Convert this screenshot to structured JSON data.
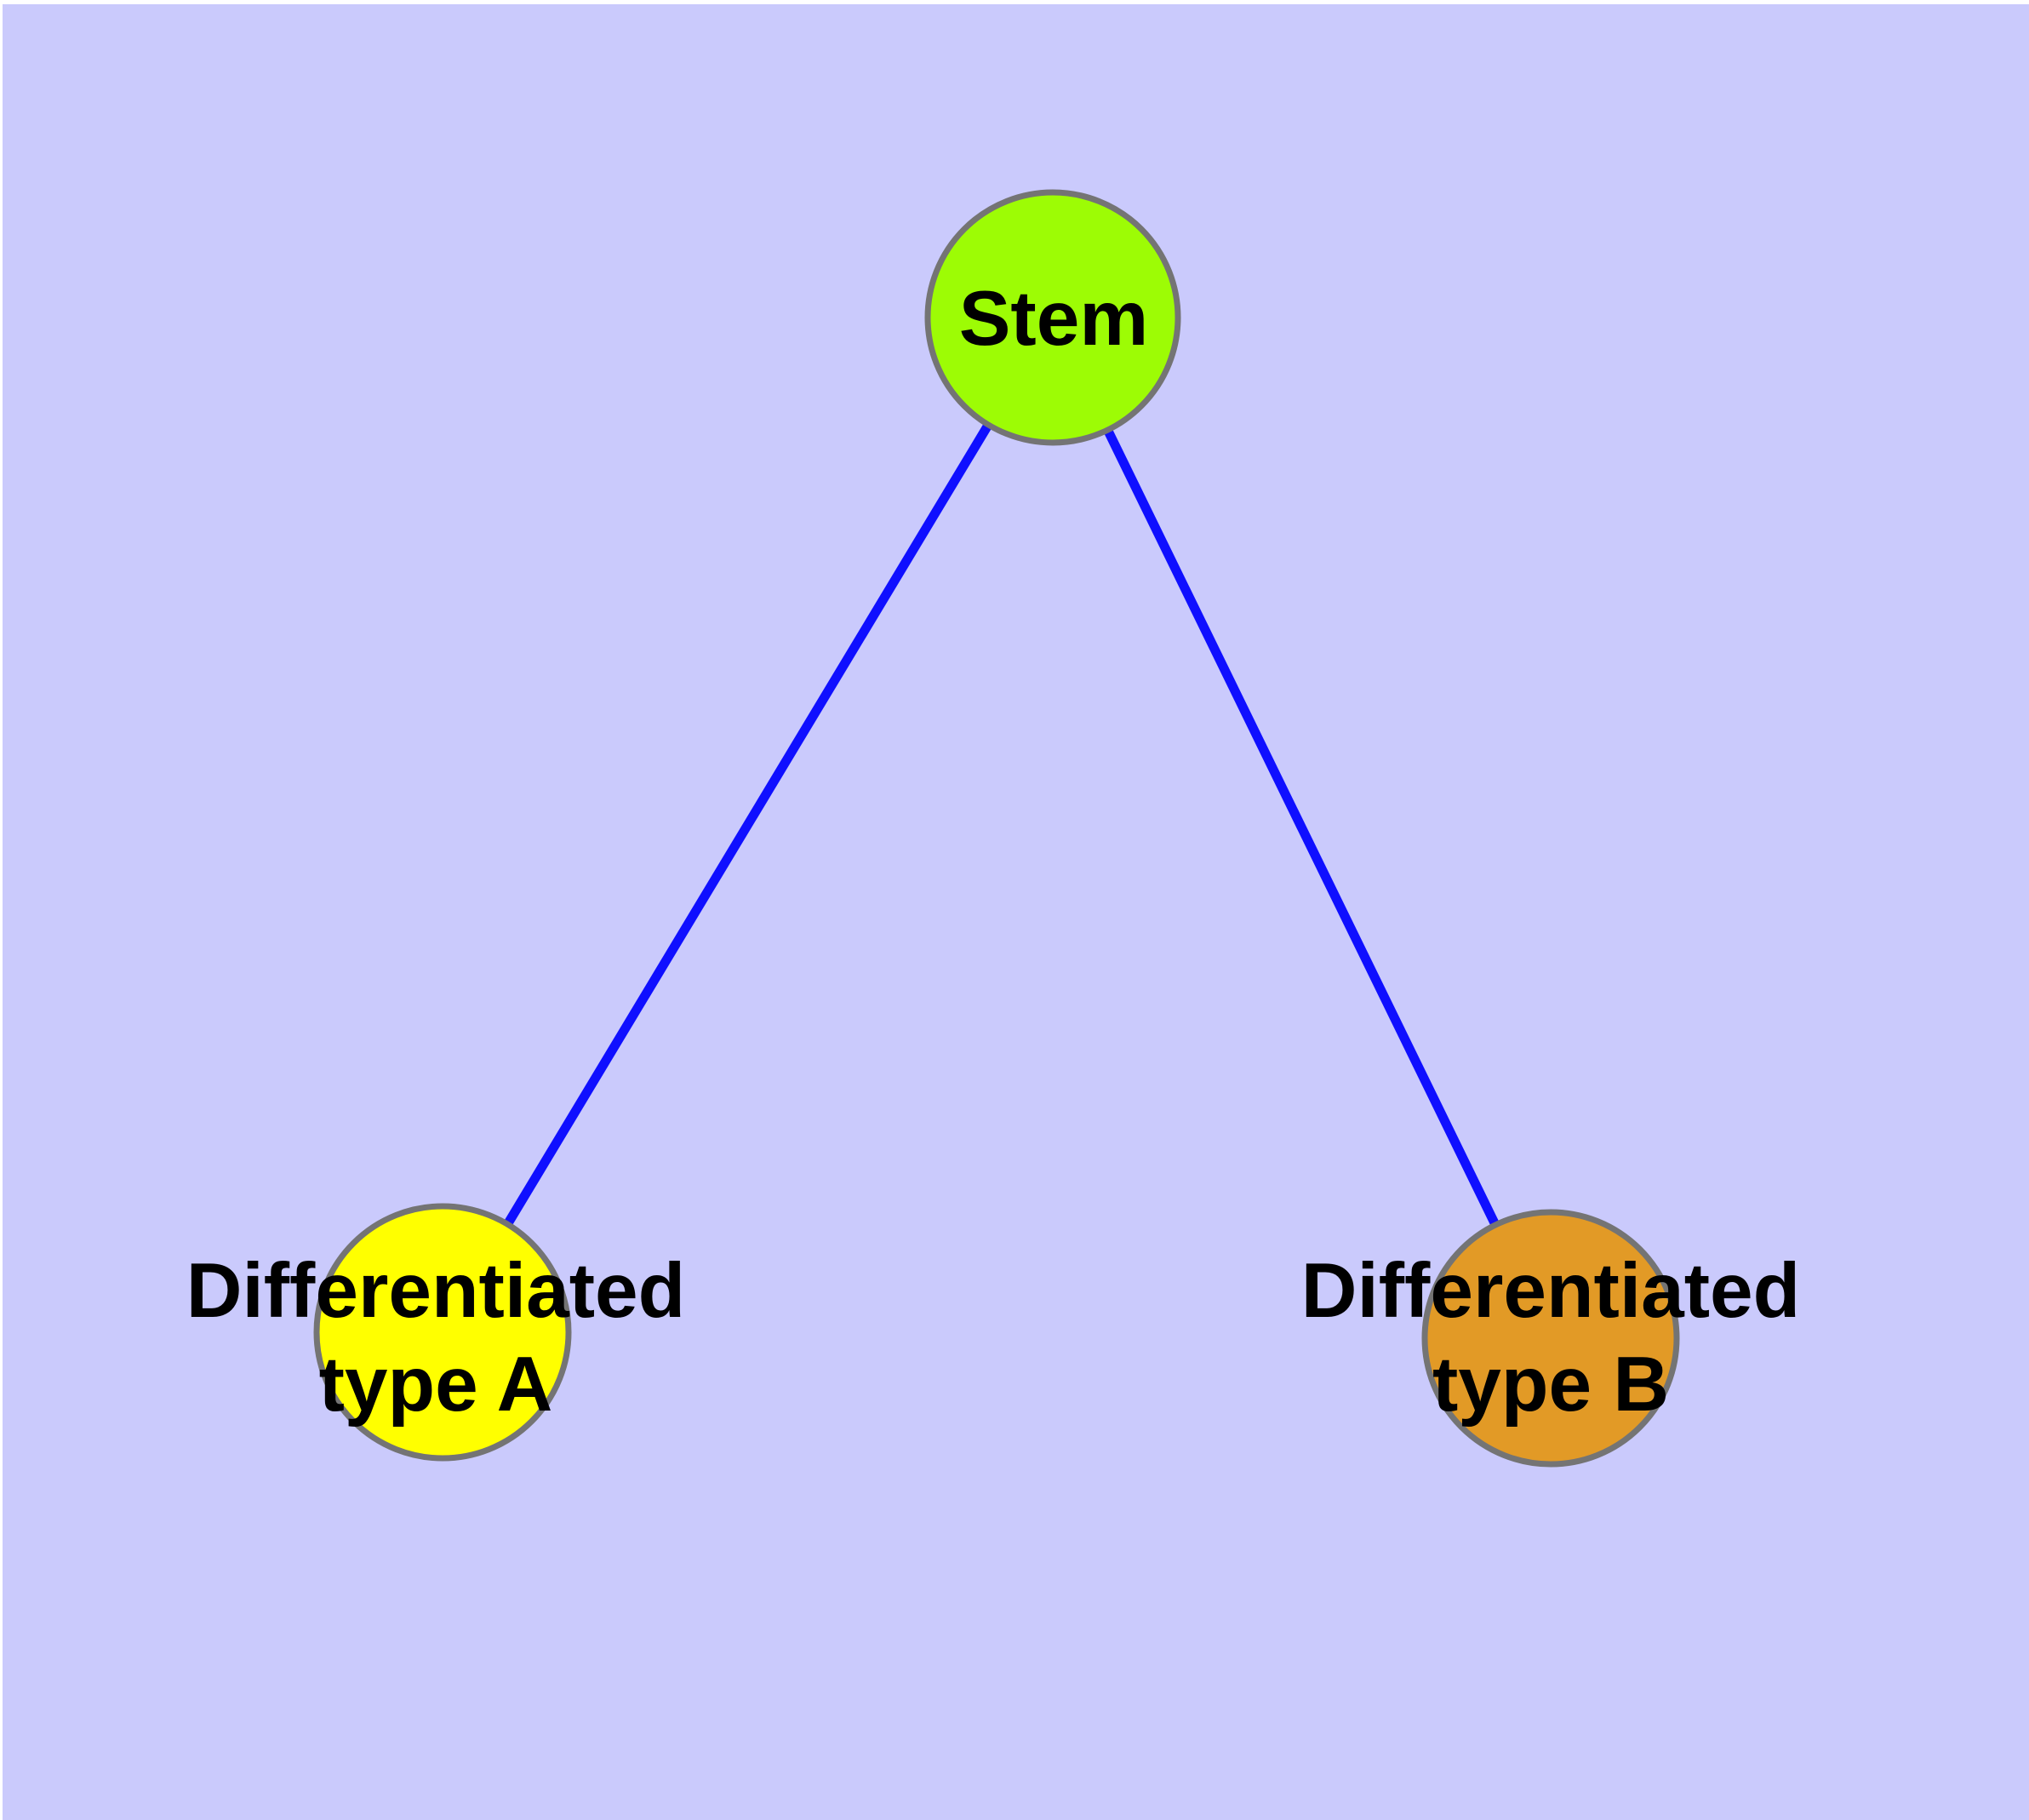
{
  "figure": {
    "background_color": "#CACAFC",
    "frame_color": "#FFFFFF"
  },
  "diagram": {
    "type": "node-link-graph",
    "edge_color": "#0F0FFF",
    "node_border_color": "#747474",
    "text_color": "#000000",
    "nodes": {
      "stem": {
        "label": "Stem",
        "color": "#9DFC05"
      },
      "type_a": {
        "label": "Differentiated type A",
        "label_line1": "Differentiated",
        "label_line2": "type A",
        "color": "#FFFF00"
      },
      "type_b": {
        "label": "Differentiated type B",
        "label_line1": "Differentiated",
        "label_line2": "type B",
        "color": "#E29A26"
      }
    },
    "edges": [
      {
        "from": "Stem",
        "to": "Differentiated type A"
      },
      {
        "from": "Stem",
        "to": "Differentiated type B"
      }
    ]
  }
}
